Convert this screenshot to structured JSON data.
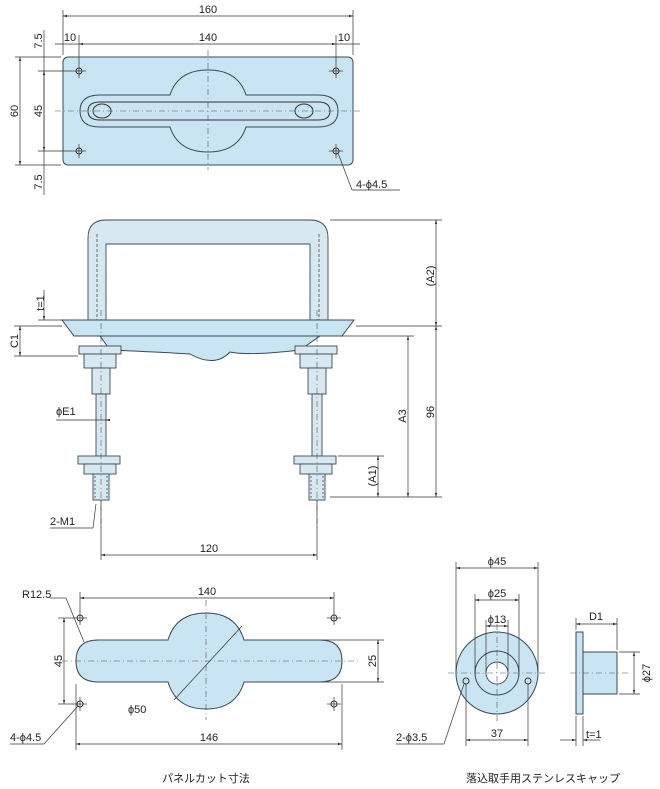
{
  "top_view": {
    "dim_width": "160",
    "dim_inner": "140",
    "dim_edge_left": "10",
    "dim_edge_right": "10",
    "dim_height": "60",
    "dim_hole_pitch": "45",
    "dim_margin_top": "7.5",
    "dim_margin_bottom": "7.5",
    "holes_note": "4-ϕ4.5"
  },
  "side_view": {
    "dim_t": "t=1",
    "dim_c1": "C1",
    "dim_a2": "(A2)",
    "dim_a3": "A3",
    "dim_96": "96",
    "dim_a1": "(A1)",
    "dim_e1": "ϕE1",
    "dim_m1": "2-M1",
    "dim_120": "120"
  },
  "panel_cut": {
    "dim_140": "140",
    "dim_146": "146",
    "dim_r": "R12.5",
    "dim_45": "45",
    "dim_25": "25",
    "dim_50": "ϕ50",
    "holes_note": "4-ϕ4.5",
    "caption": "パネルカット寸法"
  },
  "cap_view": {
    "dim_45": "ϕ45",
    "dim_25": "ϕ25",
    "dim_13": "ϕ13",
    "dim_37": "37",
    "holes_note": "2-ϕ3.5",
    "dim_d1": "D1",
    "dim_27": "ϕ27",
    "dim_t": "t=1",
    "caption": "落込取手用ステンレスキャップ"
  },
  "colors": {
    "part_fill": "#c9e4f2",
    "outline": "#3a4a5a"
  }
}
